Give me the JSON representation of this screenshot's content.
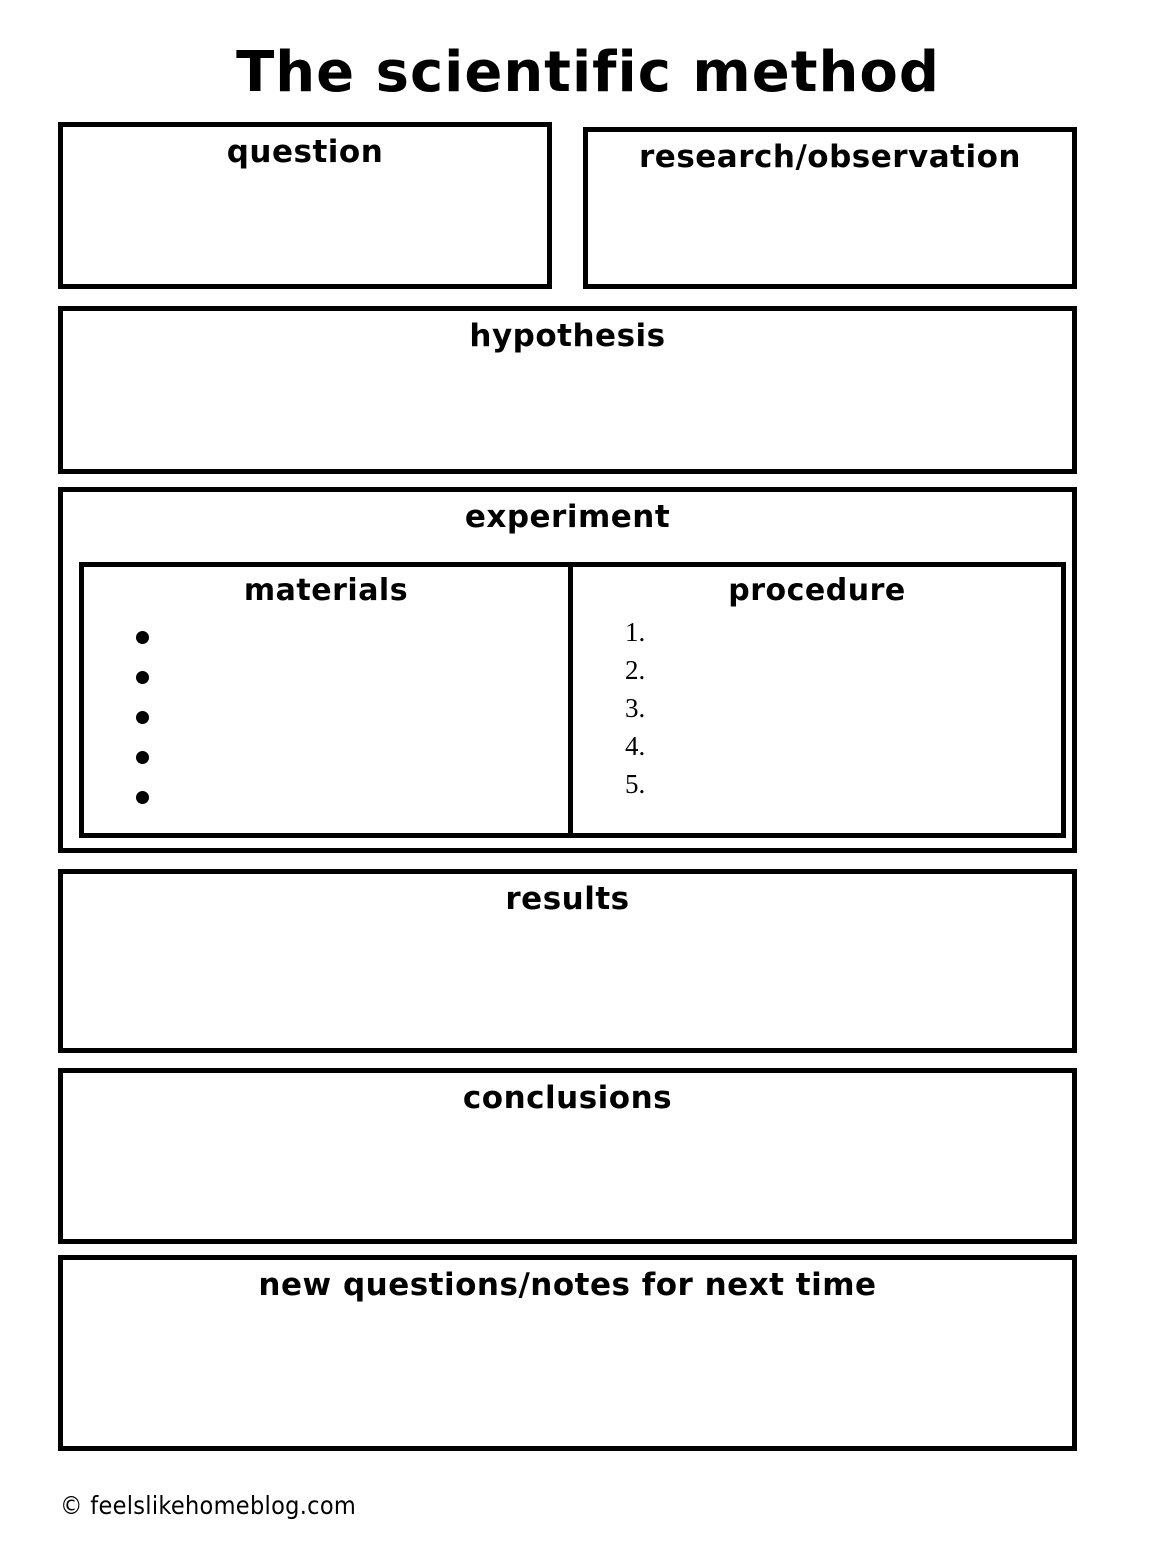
{
  "page": {
    "title": "the scientific method",
    "footer": "© feelslikehomeblog.com"
  },
  "sections": {
    "question": {
      "header": "question"
    },
    "research": {
      "header": "research/observation"
    },
    "hypothesis": {
      "header": "hypothesis"
    },
    "experiment": {
      "header": "experiment",
      "materials": {
        "header": "materials",
        "bullets": [
          "",
          "",
          "",
          "",
          ""
        ]
      },
      "procedure": {
        "header": "procedure",
        "items": [
          "1.",
          "2.",
          "3.",
          "4.",
          "5."
        ]
      }
    },
    "results": {
      "header": "results"
    },
    "conclusions": {
      "header": "conclusions"
    },
    "new_questions": {
      "header": "new questions/notes for next time"
    }
  },
  "colors": {
    "ink": "#000000",
    "paper": "#ffffff"
  }
}
